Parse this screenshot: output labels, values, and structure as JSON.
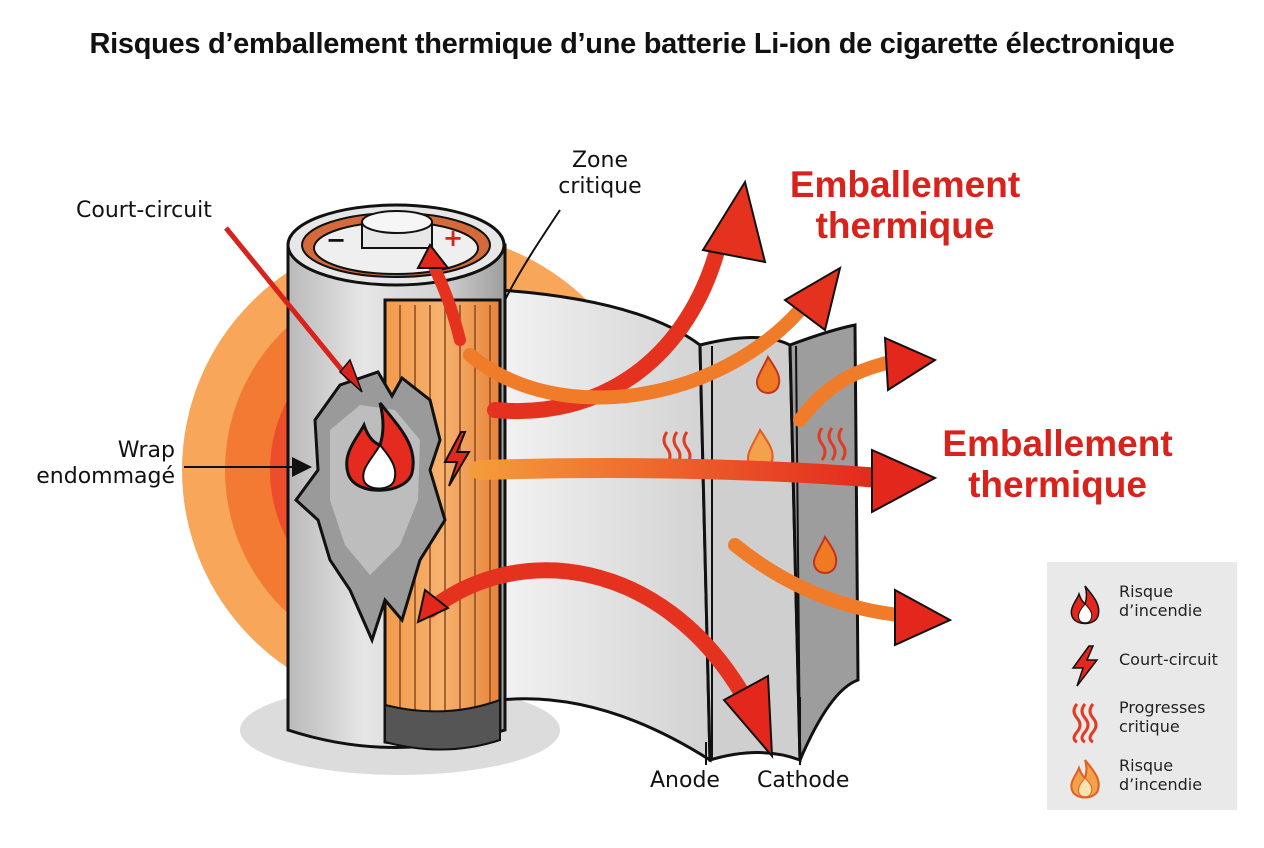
{
  "title": "Risques d’emballement thermique d’une batterie Li-ion de cigarette électronique",
  "labels": {
    "court_circuit": "Court-circuit",
    "zone_critique_1": "Zone",
    "zone_critique_2": "critique",
    "wrap_1": "Wrap",
    "wrap_2": "endommagé",
    "anode": "Anode",
    "cathode": "Cathode",
    "minus": "−",
    "plus": "+"
  },
  "callouts": {
    "top_1": "Emballement",
    "top_2": "thermique",
    "mid_1": "Emballement",
    "mid_2": "thermique"
  },
  "legend": {
    "items": [
      {
        "icon": "flame-icon",
        "line1": "Risque",
        "line2": "d’incendie"
      },
      {
        "icon": "lightning-icon",
        "line1": "Court-circuit",
        "line2": ""
      },
      {
        "icon": "heat-waves-icon",
        "line1": "Progresses",
        "line2": "critique"
      },
      {
        "icon": "orange-flame-icon",
        "line1": "Risque",
        "line2": "d’incendie"
      }
    ]
  },
  "colors": {
    "red": "#d8231c",
    "orange": "#f08a2c",
    "heat_outer": "#f6a356",
    "heat_inner": "#e9402a",
    "metal": "#c9c9c9"
  }
}
